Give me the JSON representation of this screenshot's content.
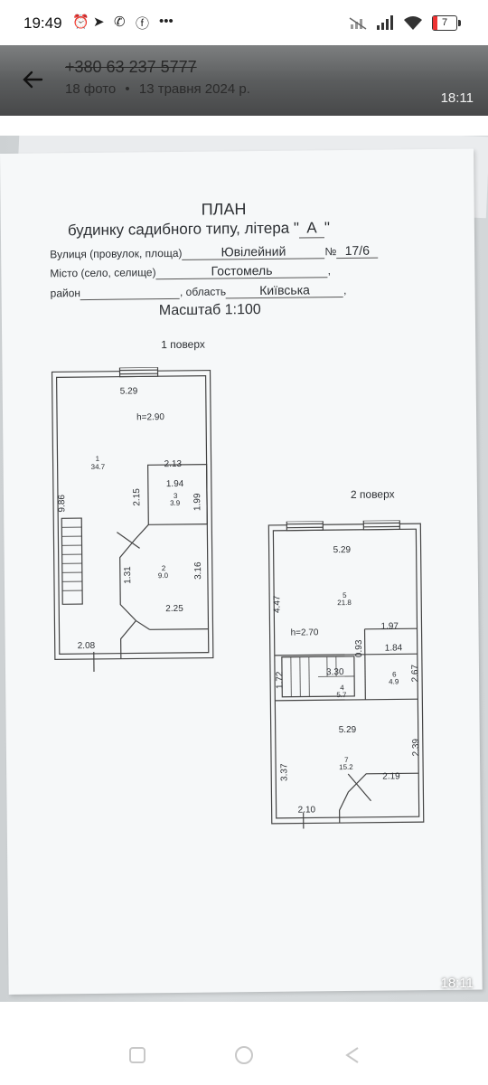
{
  "status_bar": {
    "time": "19:49",
    "battery": "7",
    "left_icons": [
      "alarm-icon",
      "telegram-icon",
      "viber-icon",
      "facebook-icon",
      "more-dots-icon"
    ],
    "right_icons": [
      "mute-icon",
      "signal-icon",
      "wifi-icon",
      "battery-icon"
    ]
  },
  "header": {
    "phone": "+380 63 237 5777",
    "photo_count": "18 фото",
    "separator": "•",
    "date": "13 травня 2024 р.",
    "time": "18:11"
  },
  "photo_time": "18:11",
  "doc": {
    "title": "ПЛАН",
    "subtitle_prefix": "будинку садибного типу, літера \"",
    "litera": "А",
    "subtitle_suffix": "\"",
    "street_label": "Вулиця (провулок, площа)",
    "street_value": "Ювілейний",
    "number_label": "№",
    "number_value": "17/6",
    "city_label": "Місто (село, селище)",
    "city_value": "Гостомель",
    "district_label": "район",
    "region_label": ", область",
    "region_value": "Київська",
    "scale": "Масштаб 1:100",
    "floor1_label": "1 поверх",
    "floor2_label": "2 поверх",
    "floor1": {
      "d_top": "5.29",
      "h": "h=2.90",
      "room1_num": "1",
      "room1_area": "34.7",
      "d_213": "2.13",
      "d_194": "1.94",
      "d_215": "2.15",
      "room3_num": "3",
      "room3_area": "3.9",
      "d_199": "1.99",
      "d_986": "9.86",
      "d_131": "1.31",
      "room2_num": "2",
      "room2_area": "9.0",
      "d_316": "3.16",
      "d_225": "2.25",
      "d_208": "2.08"
    },
    "floor2": {
      "d_top": "5.29",
      "d_447": "4.47",
      "room5_num": "5",
      "room5_area": "21.8",
      "h": "h=2.70",
      "d_197": "1.97",
      "d_093": "0.93",
      "d_184": "1.84",
      "d_172": "1.72",
      "d_330": "3.30",
      "room4_num": "4",
      "room4_area": "5.7",
      "room6_num": "6",
      "room6_area": "4.9",
      "d_267": "2.67",
      "d_mid": "5.29",
      "d_239": "2.39",
      "d_337": "3.37",
      "room7_num": "7",
      "room7_area": "15.2",
      "d_219": "2.19",
      "d_210": "2.10"
    }
  },
  "nav": [
    "recents-icon",
    "home-icon",
    "back-icon"
  ]
}
